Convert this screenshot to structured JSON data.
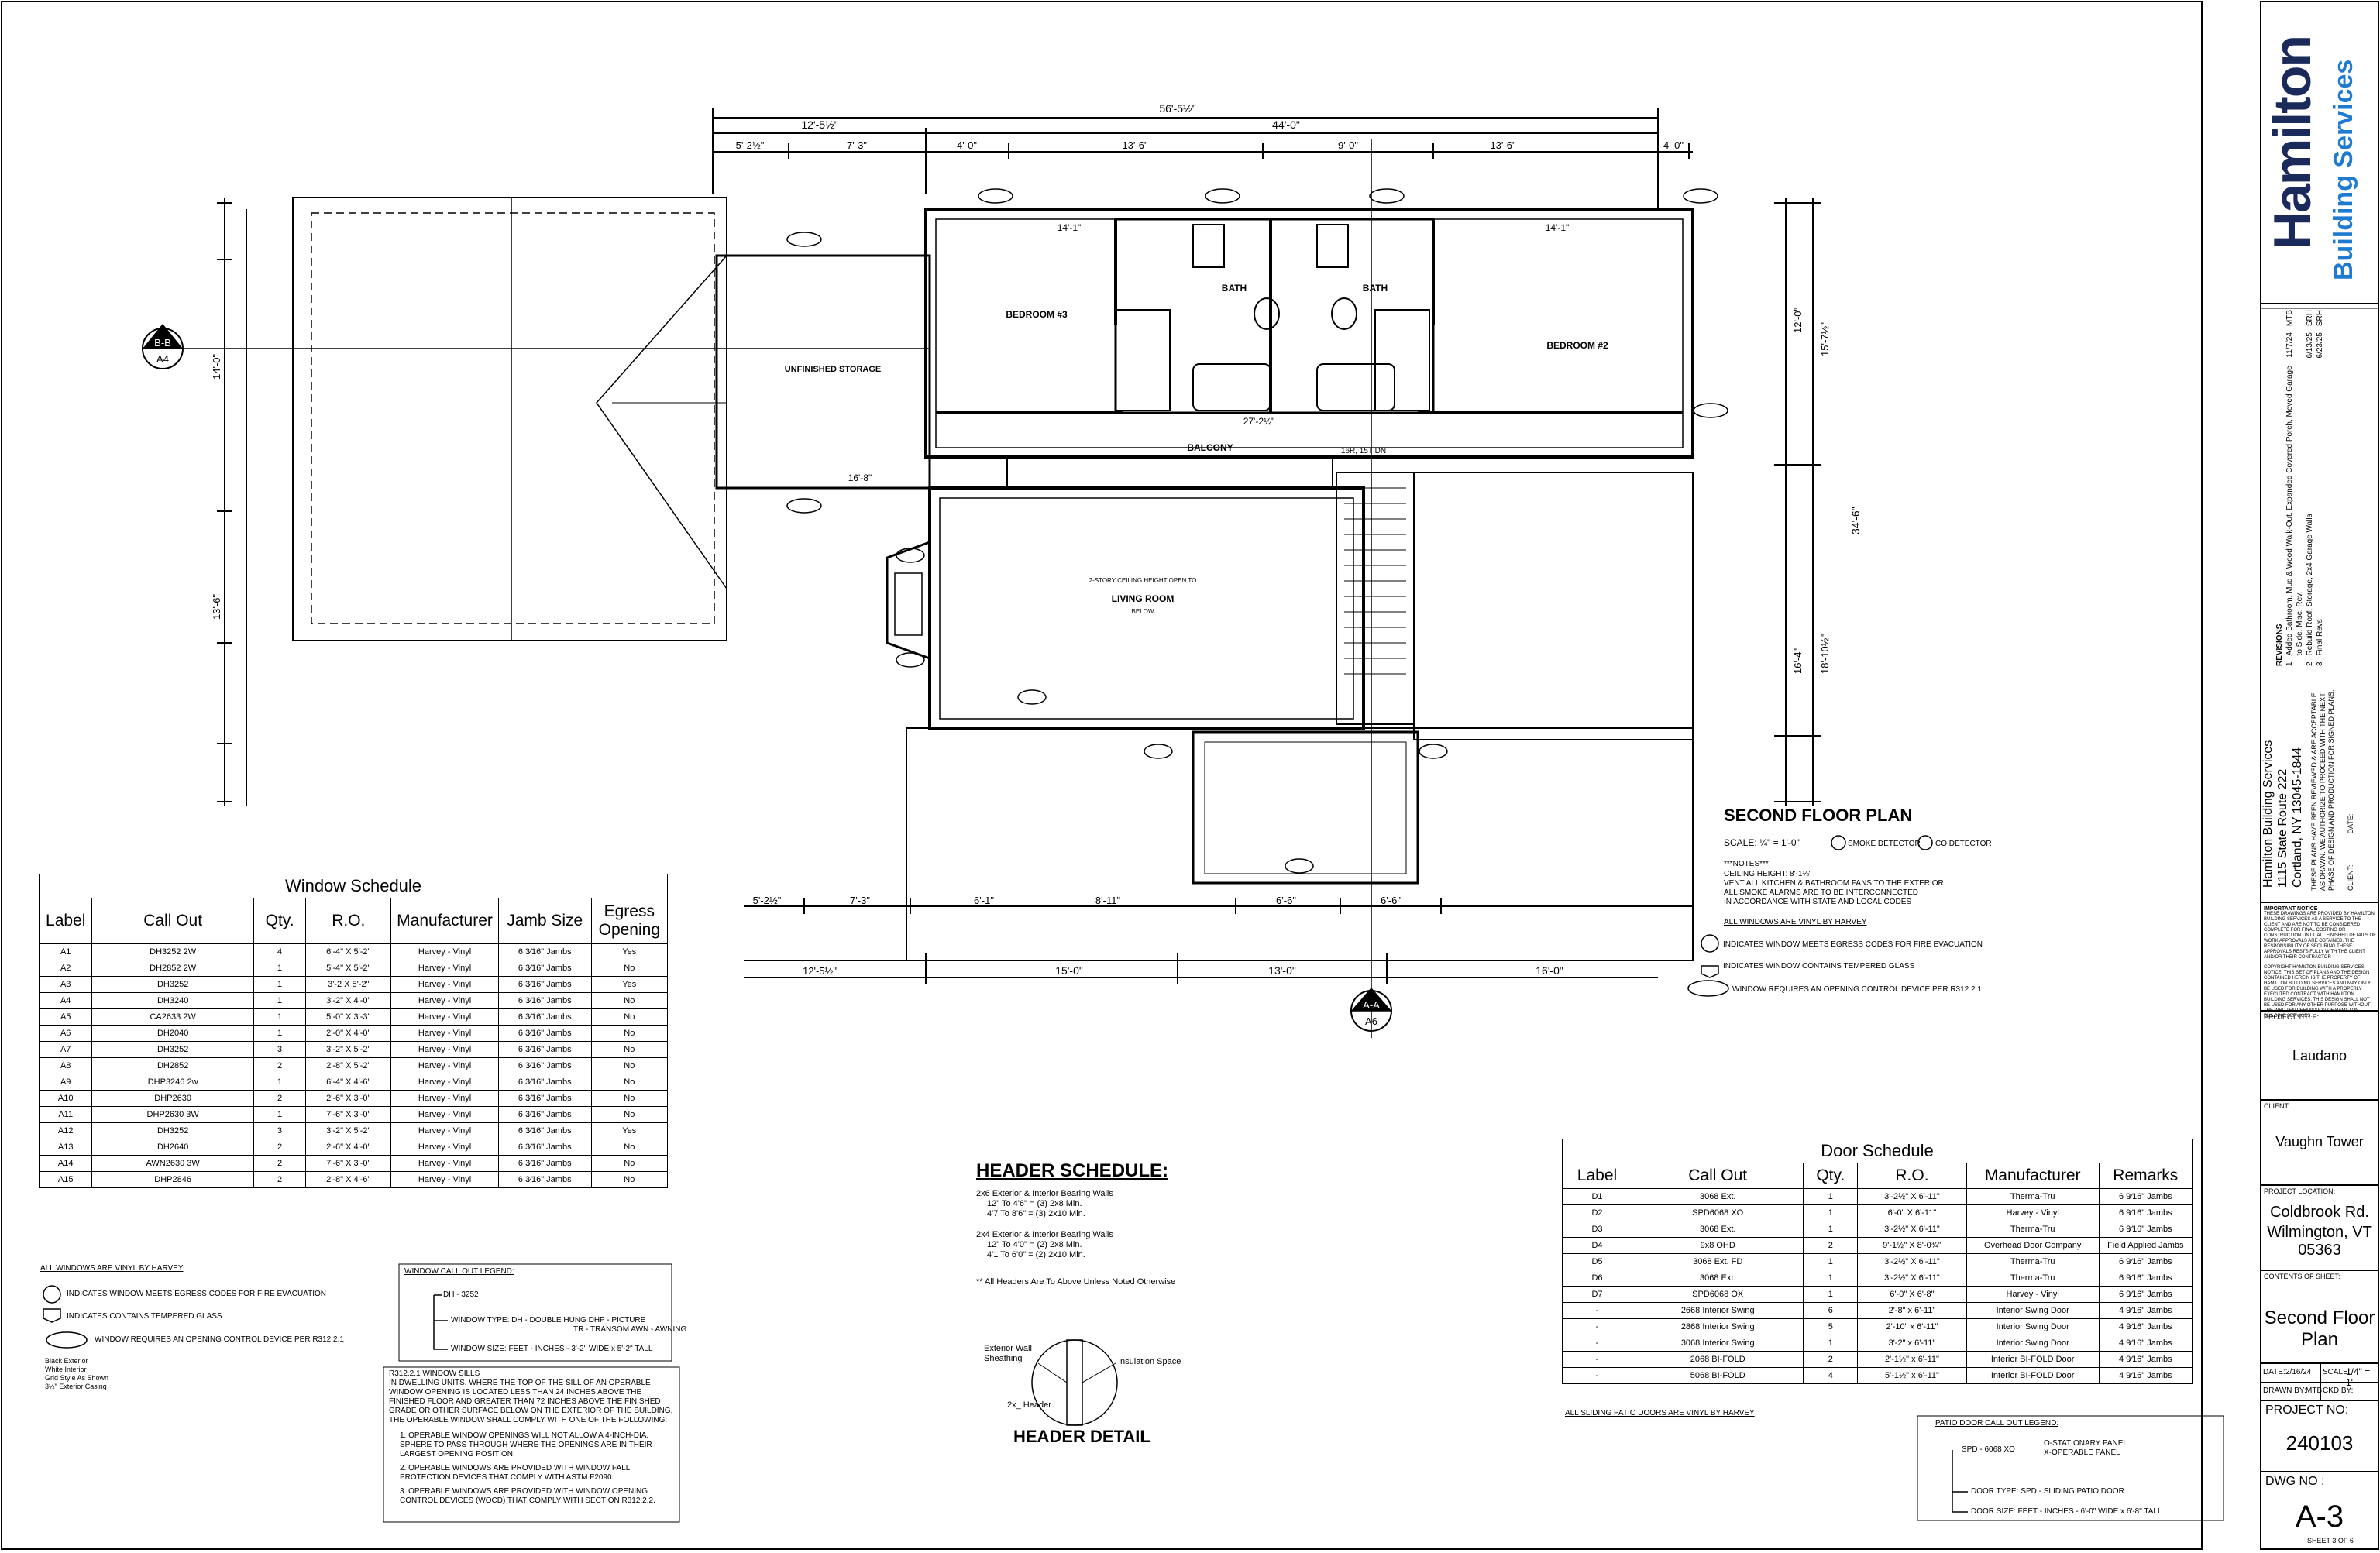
{
  "plan": {
    "title": "SECOND FLOOR PLAN",
    "scale": "SCALE: ¼\" = 1'-0\"",
    "smoke_label": "SMOKE DETECTOR",
    "co_label": "CO DETECTOR",
    "notes_title": "***NOTES***",
    "notes": [
      "CEILING HEIGHT: 8'-1⅛\"",
      "VENT ALL KITCHEN & BATHROOM FANS TO THE EXTERIOR",
      "ALL SMOKE ALARMS ARE TO BE INTERCONNECTED",
      "IN ACCORDANCE WITH STATE AND LOCAL CODES"
    ],
    "windows_vinyl": "ALL WINDOWS ARE VINYL BY HARVEY",
    "legend_e": "INDICATES WINDOW MEETS EGRESS CODES FOR FIRE EVACUATION",
    "legend_t": "INDICATES WINDOW CONTAINS TEMPERED GLASS",
    "legend_wocd": "WINDOW REQUIRES AN OPENING CONTROL DEVICE PER R312.2.1",
    "rooms": {
      "bedroom3": "BEDROOM #3",
      "bedroom2": "BEDROOM #2",
      "bath_a": "BATH",
      "bath_b": "BATH",
      "storage": "UNFINISHED STORAGE",
      "balcony": "BALCONY",
      "living": "LIVING ROOM",
      "living_sub": "BELOW",
      "living_note": "2-STORY CEILING HEIGHT OPEN TO"
    },
    "dims": {
      "overall": "56'-5½\"",
      "d44": "44'-0\"",
      "d12_5": "12'-5½\"",
      "d5_2": "5'-2½\"",
      "d7_3": "7'-3\"",
      "d4_0": "4'-0\"",
      "d13_6": "13'-6\"",
      "d9_0": "9'-0\"",
      "d13_6b": "13'-6\"",
      "d4_0b": "4'-0\"",
      "b15": "15'-0\"",
      "b13": "13'-0\"",
      "b16": "16'-0\"",
      "b6_1": "6'-1\"",
      "b8_11": "8'-11\"",
      "b6_6": "6'-6\"",
      "b6_6b": "6'-6\"",
      "r12": "12'-0\"",
      "r15_7": "15'-7½\"",
      "r34_6": "34'-6\"",
      "r16_4": "16'-4\"",
      "r18_10": "18'-10½\"",
      "l14": "14'-0\"",
      "l13_6": "13'-6\"",
      "r14_1": "14'-1\"",
      "l14_1": "14'-1\"",
      "bal": "27'-2½\"",
      "stor": "16'-8\""
    },
    "section_bb": [
      "B-B",
      "A4"
    ],
    "section_aa": [
      "A-A",
      "A6"
    ],
    "stairs": "16R, 15T DN"
  },
  "window_schedule": {
    "title": "Window Schedule",
    "headers": [
      "Label",
      "Call Out",
      "Qty.",
      "R.O.",
      "Manufacturer",
      "Jamb Size",
      "Egress Opening"
    ],
    "rows": [
      [
        "A1",
        "DH3252 2W",
        "4",
        "6'-4\" X 5'-2\"",
        "Harvey - Vinyl",
        "6 3⁄16\" Jambs",
        "Yes"
      ],
      [
        "A2",
        "DH2852 2W",
        "1",
        "5'-4\" X 5'-2\"",
        "Harvey - Vinyl",
        "6 3⁄16\" Jambs",
        "No"
      ],
      [
        "A3",
        "DH3252",
        "1",
        "3'-2 X 5'-2\"",
        "Harvey - Vinyl",
        "6 3⁄16\" Jambs",
        "Yes"
      ],
      [
        "A4",
        "DH3240",
        "1",
        "3'-2\" X 4'-0\"",
        "Harvey - Vinyl",
        "6 3⁄16\" Jambs",
        "No"
      ],
      [
        "A5",
        "CA2633 2W",
        "1",
        "5'-0\" X 3'-3\"",
        "Harvey - Vinyl",
        "6 3⁄16\" Jambs",
        "No"
      ],
      [
        "A6",
        "DH2040",
        "1",
        "2'-0\" X 4'-0\"",
        "Harvey - Vinyl",
        "6 3⁄16\" Jambs",
        "No"
      ],
      [
        "A7",
        "DH3252",
        "3",
        "3'-2\" X 5'-2\"",
        "Harvey - Vinyl",
        "6 3⁄16\" Jambs",
        "No"
      ],
      [
        "A8",
        "DH2852",
        "2",
        "2'-8\" X 5'-2\"",
        "Harvey - Vinyl",
        "6 3⁄16\" Jambs",
        "No"
      ],
      [
        "A9",
        "DHP3246 2w",
        "1",
        "6'-4\" X 4'-6\"",
        "Harvey - Vinyl",
        "6 3⁄16\" Jambs",
        "No"
      ],
      [
        "A10",
        "DHP2630",
        "2",
        "2'-6\" X 3'-0\"",
        "Harvey - Vinyl",
        "6 3⁄16\" Jambs",
        "No"
      ],
      [
        "A11",
        "DHP2630 3W",
        "1",
        "7'-6\" X 3'-0\"",
        "Harvey - Vinyl",
        "6 3⁄16\" Jambs",
        "No"
      ],
      [
        "A12",
        "DH3252",
        "3",
        "3'-2\" X 5'-2\"",
        "Harvey - Vinyl",
        "6 3⁄16\" Jambs",
        "Yes"
      ],
      [
        "A13",
        "DH2640",
        "2",
        "2'-6\" X 4'-0\"",
        "Harvey - Vinyl",
        "6 3⁄16\" Jambs",
        "No"
      ],
      [
        "A14",
        "AWN2630 3W",
        "2",
        "7'-6\" X 3'-0\"",
        "Harvey - Vinyl",
        "6 3⁄16\" Jambs",
        "No"
      ],
      [
        "A15",
        "DHP2846",
        "2",
        "2'-8\" X 4'-6\"",
        "Harvey - Vinyl",
        "6 3⁄16\" Jambs",
        "No"
      ]
    ],
    "footer": "ALL WINDOWS ARE VINYL BY HARVEY",
    "legend_e": "INDICATES WINDOW MEETS EGRESS CODES FOR FIRE EVACUATION",
    "legend_t": "INDICATES CONTAINS TEMPERED GLASS",
    "legend_wocd": "WINDOW REQUIRES AN OPENING CONTROL DEVICE PER R312.2.1",
    "colors": [
      "Black Exterior",
      "White Interior",
      "Grid Style As Shown",
      "3½\" Exterior Casing"
    ]
  },
  "window_callout": {
    "title": "WINDOW CALL OUT LEGEND:",
    "example": "DH - 3252",
    "type_line": "WINDOW TYPE:  DH - DOUBLE HUNG    DHP - PICTURE",
    "type_line2": "TR - TRANSOM      AWN - AWNING",
    "size_line": "WINDOW SIZE:  FEET - INCHES - 3'-2\" WIDE x 5'-2\" TALL"
  },
  "sill_note": {
    "title": "R312.2.1  WINDOW SILLS",
    "body": "IN DWELLING UNITS, WHERE THE TOP OF THE SILL OF AN OPERABLE WINDOW OPENING IS LOCATED LESS THAN 24 INCHES ABOVE THE FINISHED FLOOR AND GREATER THAN 72 INCHES ABOVE THE FINISHED GRADE OR OTHER SURFACE BELOW ON THE EXTERIOR OF THE BUILDING, THE OPERABLE WINDOW SHALL COMPLY WITH ONE OF THE FOLLOWING:",
    "items": [
      "1. OPERABLE WINDOW OPENINGS WILL NOT ALLOW A 4-INCH-DIA. SPHERE TO PASS THROUGH WHERE THE OPENINGS ARE IN THEIR LARGEST OPENING POSITION.",
      "2. OPERABLE WINDOWS ARE PROVIDED WITH WINDOW FALL PROTECTION DEVICES THAT COMPLY WITH ASTM F2090.",
      "3. OPERABLE WINDOWS ARE PROVIDED WITH WINDOW OPENING CONTROL DEVICES (WOCD) THAT COMPLY WITH SECTION R312.2.2."
    ]
  },
  "header_schedule": {
    "title": "HEADER SCHEDULE:",
    "g1_title": "2x6 Exterior & Interior Bearing Walls",
    "g1": [
      "12\" To 4'6\" = (3) 2x8 Min.",
      "4'7 To 8'6\" = (3) 2x10 Min."
    ],
    "g2_title": "2x4 Exterior & Interior Bearing Walls",
    "g2": [
      "12\" To 4'0\" = (2) 2x8 Min.",
      "4'1 To 6'0\" = (2) 2x10 Min."
    ],
    "note": "** All Headers Are To Above Unless Noted Otherwise",
    "detail_title": "HEADER DETAIL",
    "detail_ext": "Exterior Wall Sheathing",
    "detail_ins": "Insulation Space",
    "detail_hdr": "2x_ Header"
  },
  "door_schedule": {
    "title": "Door Schedule",
    "headers": [
      "Label",
      "Call Out",
      "Qty.",
      "R.O.",
      "Manufacturer",
      "Remarks"
    ],
    "rows": [
      [
        "D1",
        "3068 Ext.",
        "1",
        "3'-2½\" X 6'-11\"",
        "Therma-Tru",
        "6 9⁄16\" Jambs"
      ],
      [
        "D2",
        "SPD6068 XO",
        "1",
        "6'-0\" X 6'-11\"",
        "Harvey - Vinyl",
        "6 9⁄16\" Jambs"
      ],
      [
        "D3",
        "3068 Ext.",
        "1",
        "3'-2½\" X 6'-11\"",
        "Therma-Tru",
        "6 9⁄16\" Jambs"
      ],
      [
        "D4",
        "9x8 OHD",
        "2",
        "9'-1½\" X 8'-0¾\"",
        "Overhead Door Company",
        "Field Applied Jambs"
      ],
      [
        "D5",
        "3068 Ext. FD",
        "1",
        "3'-2½\" X 6'-11\"",
        "Therma-Tru",
        "6 9⁄16\" Jambs"
      ],
      [
        "D6",
        "3068 Ext.",
        "1",
        "3'-2½\" X 6'-11\"",
        "Therma-Tru",
        "6 9⁄16\" Jambs"
      ],
      [
        "D7",
        "SPD6068 OX",
        "1",
        "6'-0\" X 6'-8\"",
        "Harvey - Vinyl",
        "6 9⁄16\" Jambs"
      ],
      [
        "-",
        "2668 Interior Swing",
        "6",
        "2'-8\" x 6'-11\"",
        "Interior Swing Door",
        "4 9⁄16\" Jambs"
      ],
      [
        "-",
        "2868 Interior Swing",
        "5",
        "2'-10\" x 6'-11\"",
        "Interior Swing Door",
        "4 9⁄16\" Jambs"
      ],
      [
        "-",
        "3068 Interior Swing",
        "1",
        "3'-2\" x 6'-11\"",
        "Interior Swing Door",
        "4 9⁄16\" Jambs"
      ],
      [
        "-",
        "2068 BI-FOLD",
        "2",
        "2'-1½\" x 6'-11\"",
        "Interior BI-FOLD Door",
        "4 9⁄16\" Jambs"
      ],
      [
        "-",
        "5068 BI-FOLD",
        "4",
        "5'-1½\" x 6'-11\"",
        "Interior BI-FOLD Door",
        "4 9⁄16\" Jambs"
      ]
    ],
    "footer": "ALL SLIDING PATIO DOORS ARE VINYL BY HARVEY"
  },
  "patio_callout": {
    "title": "PATIO DOOR CALL OUT LEGEND:",
    "example": "SPD - 6068 XO",
    "o_line": "O-STATIONARY PANEL",
    "x_line": "X-OPERABLE PANEL",
    "type_line": "DOOR TYPE:  SPD - SLIDING PATIO DOOR",
    "size_line": "DOOR SIZE:  FEET - INCHES - 6'-0\" WIDE x 6'-8\" TALL"
  },
  "title_block": {
    "brand_1": "Hamilton",
    "brand_2": "Building Services",
    "address_1": "Hamilton Building Services",
    "address_2": "1115 State Route 222",
    "address_3": "Cortland, NY 13045-1844",
    "review": "THESE PLANS HAVE BEEN REVIEWED & ARE ACCEPTABLE AS DRAWN. WE AUTHORIZE TO PROCEED WITH THE NEXT PHASE OF DESIGN AND PRODUCTION FOR SIGNED PLANS.",
    "client_sig": "CLIENT:",
    "date_sig": "DATE:",
    "revisions_label": "REVISIONS",
    "revisions": [
      [
        "1",
        "Added Bathroom, Mud & Wood Walk-Out, Expanded Covered Porch, Moved Garage to Side, Misc. Rev.",
        "11/7/24",
        "MTB"
      ],
      [
        "2",
        "Rebuild Roof, Storage, 2x4 Garage Walls",
        "6/13/25",
        "SRH"
      ],
      [
        "3",
        "Final Revs",
        "6/23/25",
        "SRH"
      ]
    ],
    "important_title": "IMPORTANT NOTICE",
    "important": "THESE DRAWINGS ARE PROVIDED BY HAMILTON BUILDING SERVICES AS A SERVICE TO THE CLIENT AND ARE NOT TO BE CONSIDERED COMPLETE FOR FINAL COSTING OR CONSTRUCTION UNTIL ALL FINISHED DETAILS OF WORK APPROVALS ARE OBTAINED. THE RESPONSIBILITY OF SECURING THESE APPROVALS RESTS FULLY WITH THE CLIENT AND/OR THEIR CONTRACTOR",
    "copyright": "COPYRIGHT HAMILTON BUILDING SERVICES NOTICE: THIS SET OF PLANS AND THE DESIGN CONTAINED HEREIN IS THE PROPERTY OF HAMILTON BUILDING SERVICES AND MAY ONLY BE USED FOR BUILDING WITH A PROPERLY EXECUTED CONTRACT WITH HAMILTON BUILDING SERVICES. THIS DESIGN SHALL NOT BE USED FOR ANY OTHER PURPOSE WITHOUT THE WRITTEN PERMISSION OF HAMILTON BUILDING SERVICES.",
    "project_title_label": "PROJECT TITLE:",
    "project_title": "Laudano",
    "client_label": "CLIENT:",
    "client": "Vaughn Tower",
    "location_label": "PROJECT LOCATION:",
    "location_1": "Coldbrook Rd.",
    "location_2": "Wilmington, VT 05363",
    "contents_label": "CONTENTS OF SHEET:",
    "contents": "Second Floor Plan",
    "date_label": "DATE:",
    "date": "2/16/24",
    "scale_label": "SCALE:",
    "scale": "1/4\" = 1'",
    "drawn_label": "DRAWN BY:",
    "drawn": "MTB",
    "chkd_label": "CKD BY:",
    "chkd": "",
    "project_no_label": "PROJECT NO:",
    "project_no": "240103",
    "dwg_label": "DWG NO :",
    "dwg": "A-3",
    "sheet": "SHEET 3 OF 6"
  }
}
